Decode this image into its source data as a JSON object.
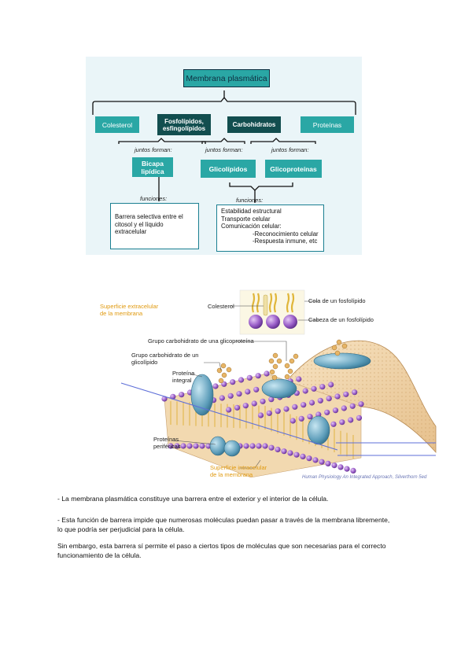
{
  "concept_map": {
    "root": "Membrana plasmática",
    "components": {
      "colesterol": "Colesterol",
      "fosfolipidos": "Fosfolípidos,\nesfingolípidos",
      "carbohidratos": "Carbohidratos",
      "proteinas": "Proteínas"
    },
    "juntos_forman_1": "juntos forman:",
    "juntos_forman_2": "juntos forman:",
    "juntos_forman_3": "juntos forman:",
    "bicapa": "Bicapa\nlipídica",
    "glicolipidos": "Glicolípidos",
    "glicoproteinas": "Glicoproteínas",
    "funciones_1": "funciones:",
    "funciones_2": "funciones:",
    "note_left": "Barrera selectiva entre el\ncitosol y el líquido\nextracelular",
    "note_right": {
      "line1": "Estabilidad estructural",
      "line2": "Transporte celular",
      "line3": "Comunicación celular:",
      "line4": "-Reconocimiento celular",
      "line5": "-Respuesta inmune, etc"
    }
  },
  "membrane_figure": {
    "superficie_extra": "Superficie extracelular\nde la membrana",
    "colesterol": "Colesterol",
    "cola_fosfolipido": "Cola de un fosfolípido",
    "cabeza_fosfolipido": "Cabeza de un fosfolípido",
    "grupo_glicoproteina": "Grupo carbohidrato de una glicoproteína",
    "grupo_glicolipido": "Grupo carbohidrato de un\nglicolípido",
    "proteina_integral": "Proteína\nintegral",
    "proteinas_perifericas": "Proteínas\nperiféricas",
    "superficie_intra": "Superficie intracelular\nde la membrana",
    "credit": "Human Physiology An Integrated Approach, Silverthorn 5ed",
    "colors": {
      "head": "#9b5fc9",
      "tail": "#e8c84a",
      "protein": "#5a9bb8",
      "orange_label": "#e09a10"
    }
  },
  "paragraphs": {
    "p1": "- La membrana plasmática constituye una barrera entre el exterior y el interior de la célula.",
    "p2a": "- Esta función de barrera impide que numerosas moléculas puedan pasar a través de la membrana libremente,",
    "p2b": "lo que podría ser perjudicial para la célula.",
    "p3a": "Sin embargo, esta barrera sí permite el paso a ciertos tipos de moléculas que son necesarias para el correcto",
    "p3b": "funcionamiento de la célula."
  }
}
